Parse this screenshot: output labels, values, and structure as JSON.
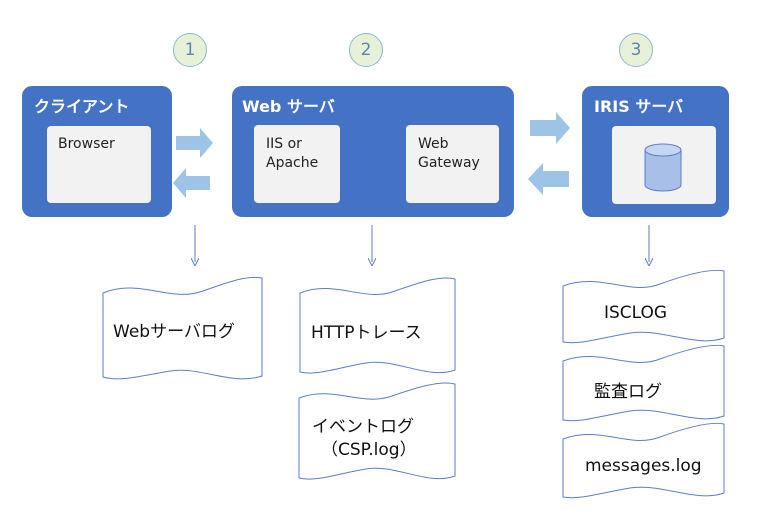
{
  "steps": [
    "1",
    "2",
    "3"
  ],
  "client": {
    "title": "クライアント",
    "browser": "Browser"
  },
  "web": {
    "title": "Web サーバ",
    "iis_line1": "IIS or",
    "iis_line2": "Apache",
    "gw_line1": "Web",
    "gw_line2": "Gateway"
  },
  "iris": {
    "title": "IRIS サーバ"
  },
  "logs": {
    "web_server_log": "Webサーバログ",
    "http_trace": "HTTPトレース",
    "event_log_line1": "イベントログ",
    "event_log_line2": "（CSP.log）",
    "isclog": "ISCLOG",
    "audit_log": "監査ログ",
    "messages_log": "messages.log"
  },
  "colors": {
    "panel": "#4472c4",
    "inner": "#f2f2f2",
    "arrow": "#9dc3e6",
    "step_fill": "#e6f1d8",
    "doc_border": "#5b7ec8"
  }
}
